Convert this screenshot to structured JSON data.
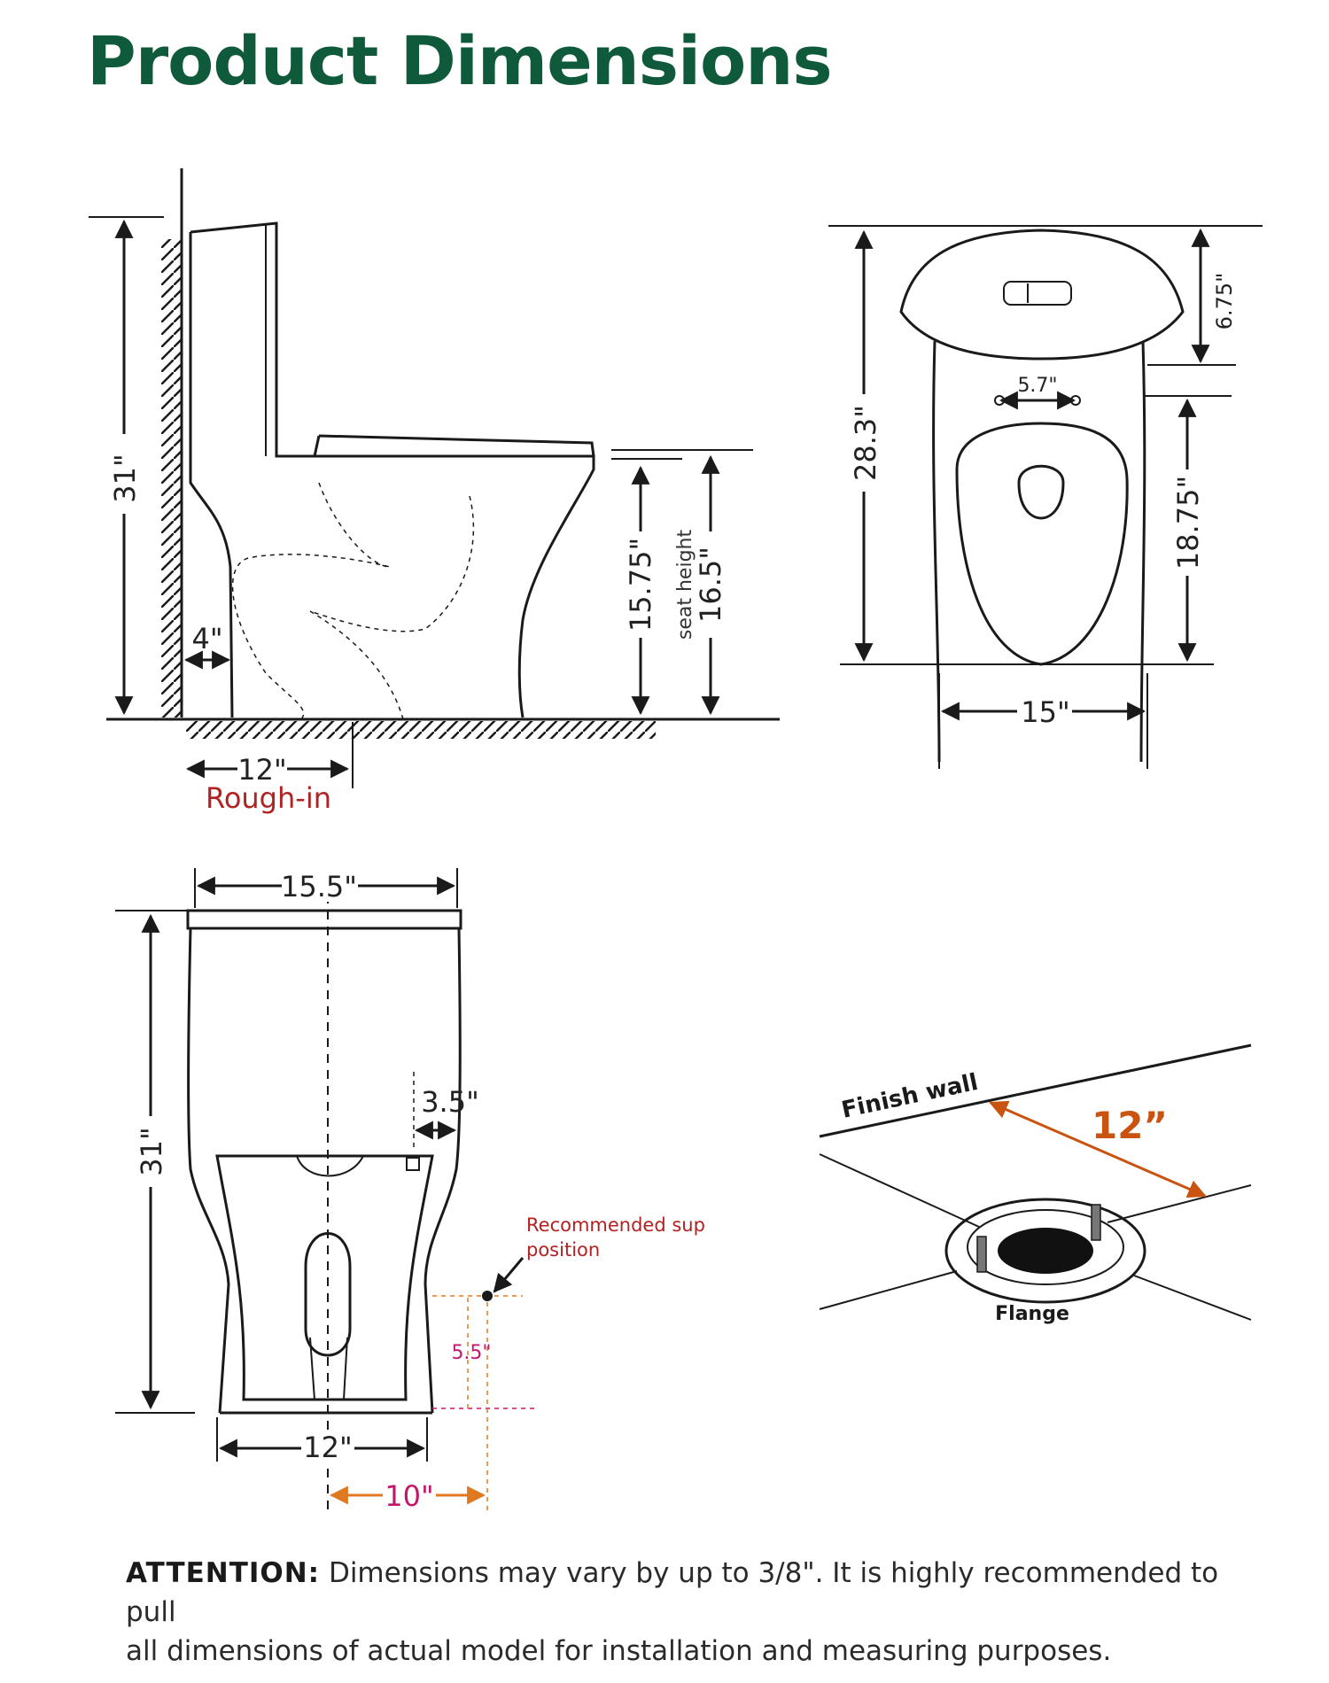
{
  "title": "Product Dimensions",
  "side_view": {
    "height": "31\"",
    "wall_gap": "4\"",
    "seat_height_label": "seat height",
    "bowl_height": "15.75\"",
    "seat_height": "16.5\"",
    "rough_in_value": "12\"",
    "rough_in_label": "Rough-in"
  },
  "top_view": {
    "tank_depth": "6.75\"",
    "hole_spacing": "5.7\"",
    "total_depth": "28.3\"",
    "bowl_length": "18.75\"",
    "width": "15\""
  },
  "front_view": {
    "width": "15.5\"",
    "height": "31\"",
    "side_offset": "3.5\"",
    "base_width": "12\"",
    "supply_offset": "10\"",
    "supply_height": "5.5\"",
    "supply_note_line1": "Recommended sup",
    "supply_note_line2": "position"
  },
  "flange_view": {
    "wall_label": "Finish wall",
    "distance": "12”",
    "flange_label": "Flange"
  },
  "attention": {
    "label": "ATTENTION:",
    "text_line1": "Dimensions may vary by up to 3/8\". It is highly recommended to pull",
    "text_line2": "all dimensions of actual model for installation and measuring purposes."
  },
  "colors": {
    "title": "#0f5a3a",
    "rough_in": "#b22222",
    "orange": "#e07a22",
    "magenta": "#c2186b",
    "flange_orange": "#c9530f",
    "note_red": "#b22222"
  }
}
